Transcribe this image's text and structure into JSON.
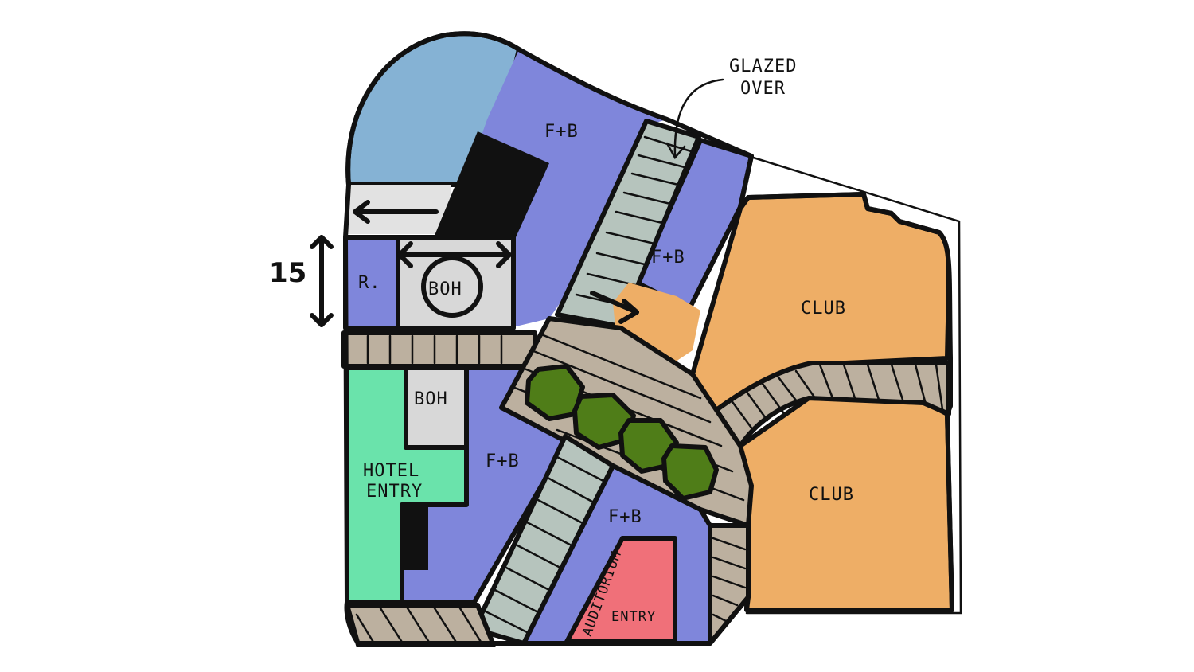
{
  "labels": {
    "glazed_line1": "GLAZED",
    "glazed_line2": "OVER",
    "fb_top": "F+B",
    "fb_mid_right": "F+B",
    "fb_center": "F+B",
    "fb_bottom": "F+B",
    "club_top": "CLUB",
    "club_bottom": "CLUB",
    "r_room": "R.",
    "boh_top": "BOH",
    "boh_bottom": "BOH",
    "hotel_line1": "HOTEL",
    "hotel_line2": "ENTRY",
    "auditorium_line1": "AUDITORIUM",
    "auditorium_line2": "ENTRY",
    "dimension": "15"
  },
  "colors": {
    "light_blue": "#85b2d4",
    "purple": "#7f86db",
    "orange": "#eeae66",
    "green": "#6ae3ab",
    "pink": "#f07079",
    "grey_light": "#d8d8d8",
    "grey_glass": "#b6c4bd",
    "path_tan": "#bcb09f",
    "tree_green": "#4f7d18",
    "ink": "#111111"
  }
}
